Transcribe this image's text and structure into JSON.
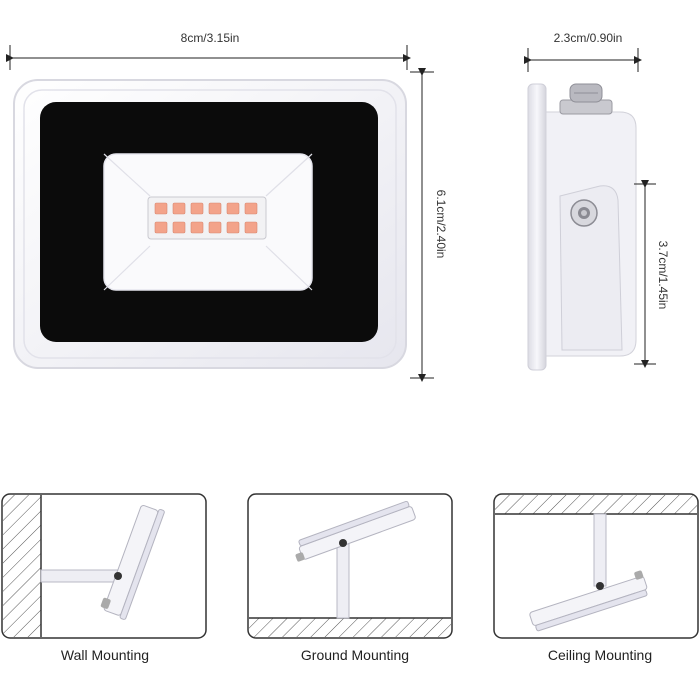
{
  "dimensions": {
    "width": "8cm/3.15in",
    "height": "6.1cm/2.40in",
    "depth": "2.3cm/0.90in",
    "bracket_height": "3.7cm/1.45in"
  },
  "mounting": [
    {
      "label": "Wall Mounting"
    },
    {
      "label": "Ground Mounting"
    },
    {
      "label": "Ceiling Mounting"
    }
  ],
  "colors": {
    "housing": "#f4f4f8",
    "lens": "#0b0b0b",
    "led": "#f3a38a",
    "dimension_line": "#222222",
    "hatch": "#555555"
  }
}
